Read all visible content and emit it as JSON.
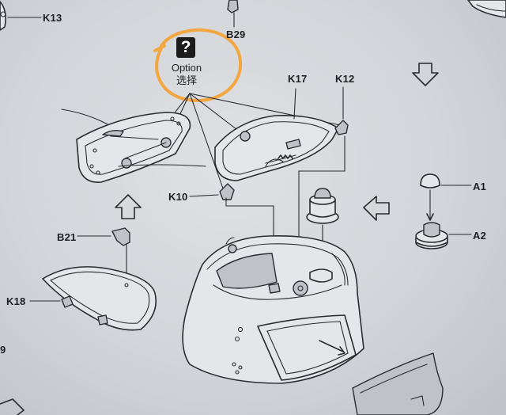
{
  "option_marker": {
    "icon": "?",
    "label_en": "Option",
    "label_cn": "选择",
    "highlight_color": "#f4a640"
  },
  "labels": {
    "k13": "K13",
    "b29": "B29",
    "k17": "K17",
    "k12": "K12",
    "k10": "K10",
    "a1": "A1",
    "a2": "A2",
    "b21": "B21",
    "k18": "K18",
    "edge_9": "9"
  },
  "colors": {
    "paper": "#d8dbdf",
    "ink": "#2b2c30",
    "highlight": "#f4a640"
  }
}
